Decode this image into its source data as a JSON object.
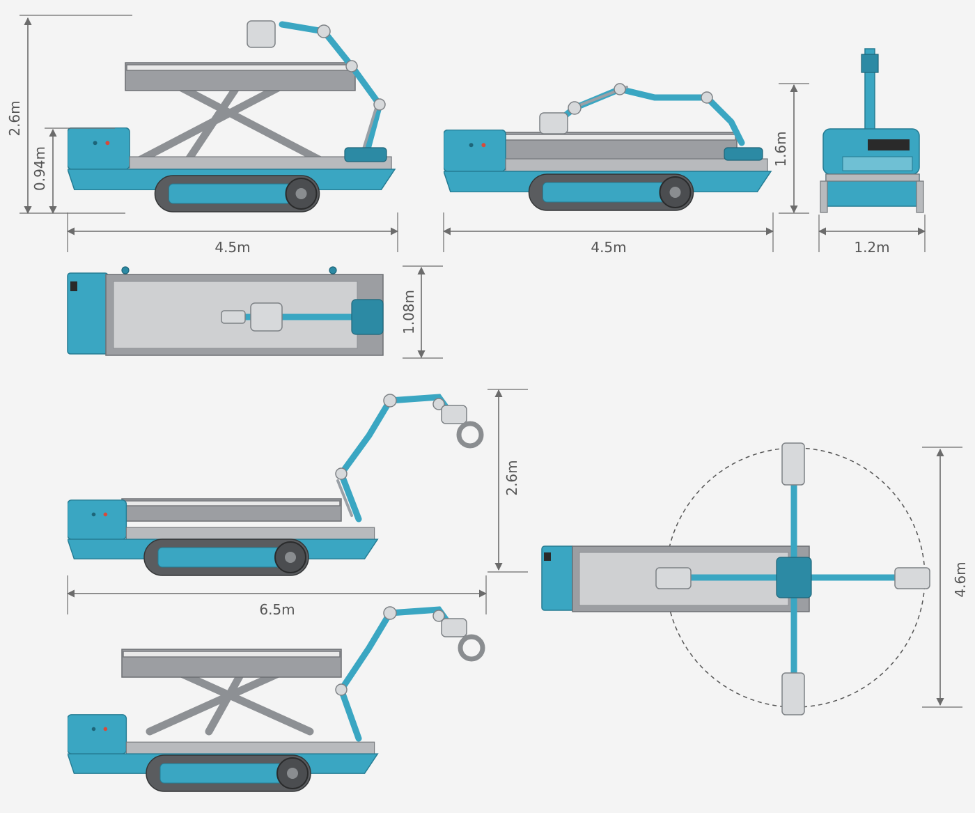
{
  "dimensions": {
    "side_raised_total_height": "2.6m",
    "side_raised_base_height": "0.94m",
    "side_raised_length": "4.5m",
    "side_lowered_length": "4.5m",
    "side_lowered_height": "1.6m",
    "front_width": "1.2m",
    "top_width": "1.08m",
    "extended_reach_height": "2.6m",
    "extended_length": "6.5m",
    "top_swing_diameter": "4.6m"
  },
  "colors": {
    "machine_blue": "#3aa6c2",
    "frame_gray": "#9c9ea2",
    "track_dark": "#5a5c5f",
    "background": "#f4f4f4"
  }
}
